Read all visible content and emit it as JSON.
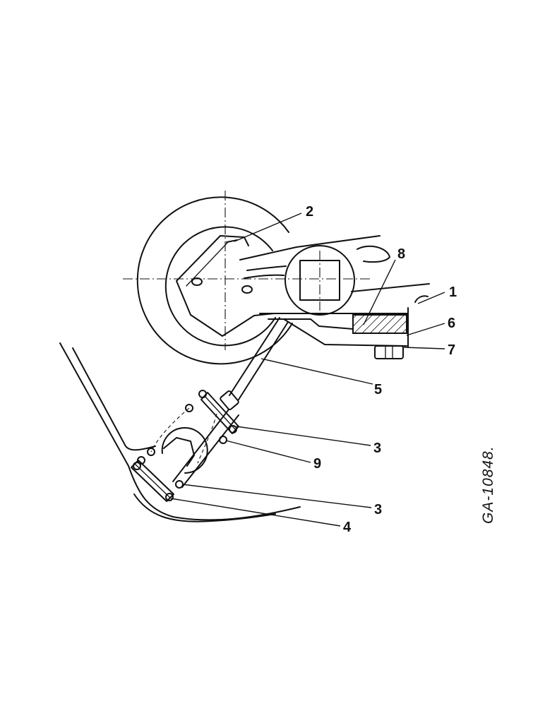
{
  "figure": {
    "reference_code": "GA-10848.",
    "callouts": {
      "c1": "1",
      "c2": "2",
      "c3a": "3",
      "c3b": "3",
      "c4": "4",
      "c5": "5",
      "c6": "6",
      "c7": "7",
      "c8": "8",
      "c9": "9"
    }
  }
}
